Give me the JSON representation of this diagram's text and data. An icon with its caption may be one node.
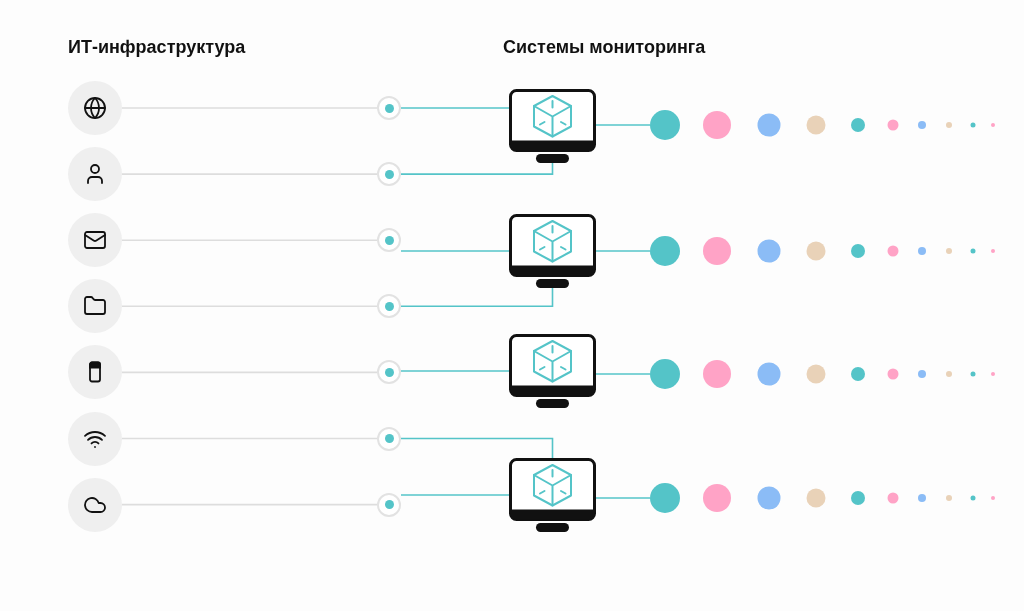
{
  "diagram": {
    "nodes": [
      {
        "text": [],
        "shape": "circle"
      },
      {
        "text": [],
        "shape": "circle"
      },
      {
        "text": [],
        "shape": "circle"
      },
      {
        "text": [],
        "shape": "circle"
      },
      {
        "text": [],
        "shape": "circle"
      },
      {
        "text": [],
        "shape": "circle"
      },
      {
        "text": [],
        "shape": "circle"
      },
      {
        "text": [],
        "shape": "circle"
      },
      {
        "text": [],
        "shape": "circle"
      },
      {
        "text": [],
        "shape": "circle"
      },
      {
        "text": [],
        "shape": "circle"
      },
      {
        "text": [],
        "shape": "circle"
      },
      {
        "text": [],
        "shape": "circle"
      },
      {
        "text": [],
        "shape": "circle"
      },
      {
        "text": [],
        "shape": "picture"
      },
      {
        "text": [],
        "shape": "picture"
      },
      {
        "text": [],
        "shape": "picture"
      },
      {
        "text": [],
        "shape": "picture"
      },
      {
        "text": [],
        "shape": "circle"
      },
      {
        "text": [],
        "shape": "circle"
      },
      {
        "text": [],
        "shape": "circle"
      },
      {
        "text": [],
        "shape": "circle"
      }
    ],
    "edges": [
      {
        "from": 0,
        "to": 7,
        "arrow": "none",
        "color": "#dddddd"
      },
      {
        "from": 1,
        "to": 8,
        "arrow": "none",
        "color": "#dddddd"
      },
      {
        "from": 2,
        "to": 9,
        "arrow": "none",
        "color": "#dddddd"
      },
      {
        "from": 3,
        "to": 10,
        "arrow": "none",
        "color": "#dddddd"
      },
      {
        "from": 4,
        "to": 11,
        "arrow": "none",
        "color": "#dddddd"
      },
      {
        "from": 5,
        "to": 12,
        "arrow": "none",
        "color": "#dddddd"
      },
      {
        "from": 6,
        "to": 13,
        "arrow": "none",
        "color": "#dddddd"
      },
      {
        "from": 7,
        "to": 14,
        "arrow": "none"
      },
      {
        "from": 8,
        "to": 14,
        "arrow": "none"
      },
      {
        "from": 9,
        "to": 15,
        "arrow": "none"
      },
      {
        "from": 10,
        "to": 15,
        "arrow": "none"
      },
      {
        "from": 11,
        "to": 16,
        "arrow": "none"
      },
      {
        "from": 12,
        "to": 17,
        "arrow": "none"
      },
      {
        "from": 13,
        "to": 17,
        "arrow": "none"
      },
      {
        "from": 14,
        "to": 18,
        "arrow": "none"
      },
      {
        "from": 15,
        "to": 19,
        "arrow": "none"
      },
      {
        "from": 16,
        "to": 20,
        "arrow": "none"
      },
      {
        "from": 17,
        "to": 21,
        "arrow": "none"
      }
    ],
    "labels": [
      "ИТ-инфраструктура",
      "Системы мониторинга"
    ]
  }
}
